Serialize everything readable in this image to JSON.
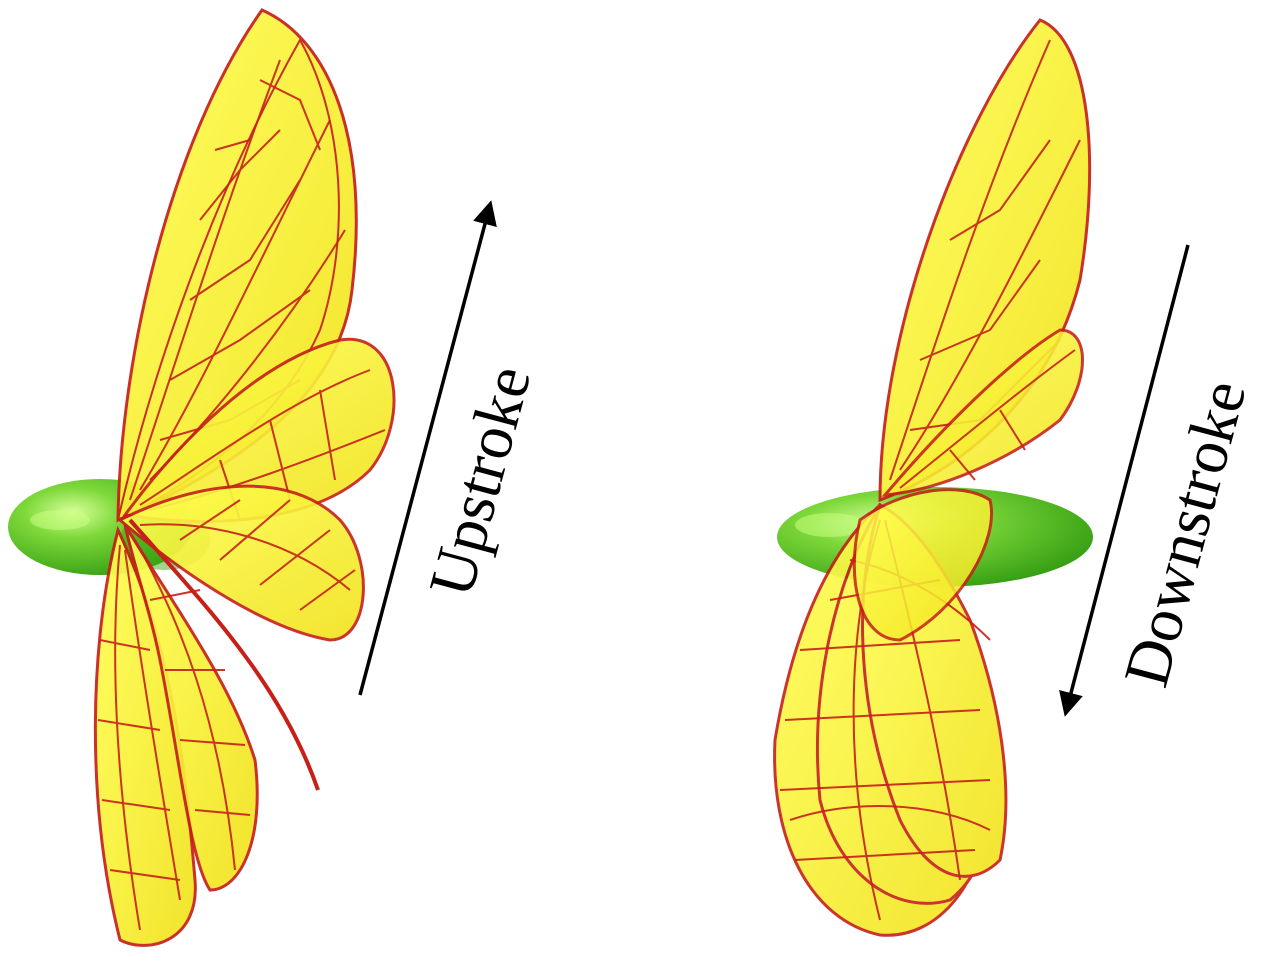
{
  "panels": [
    {
      "label": "Upstroke",
      "direction": "up"
    },
    {
      "label": "Downstroke",
      "direction": "down"
    }
  ],
  "colors": {
    "wing_fill": "#ffff33",
    "wing_vein": "#c62018",
    "body": "#4fc21f",
    "body_highlight": "#c8ff80",
    "arrow": "#000000"
  }
}
